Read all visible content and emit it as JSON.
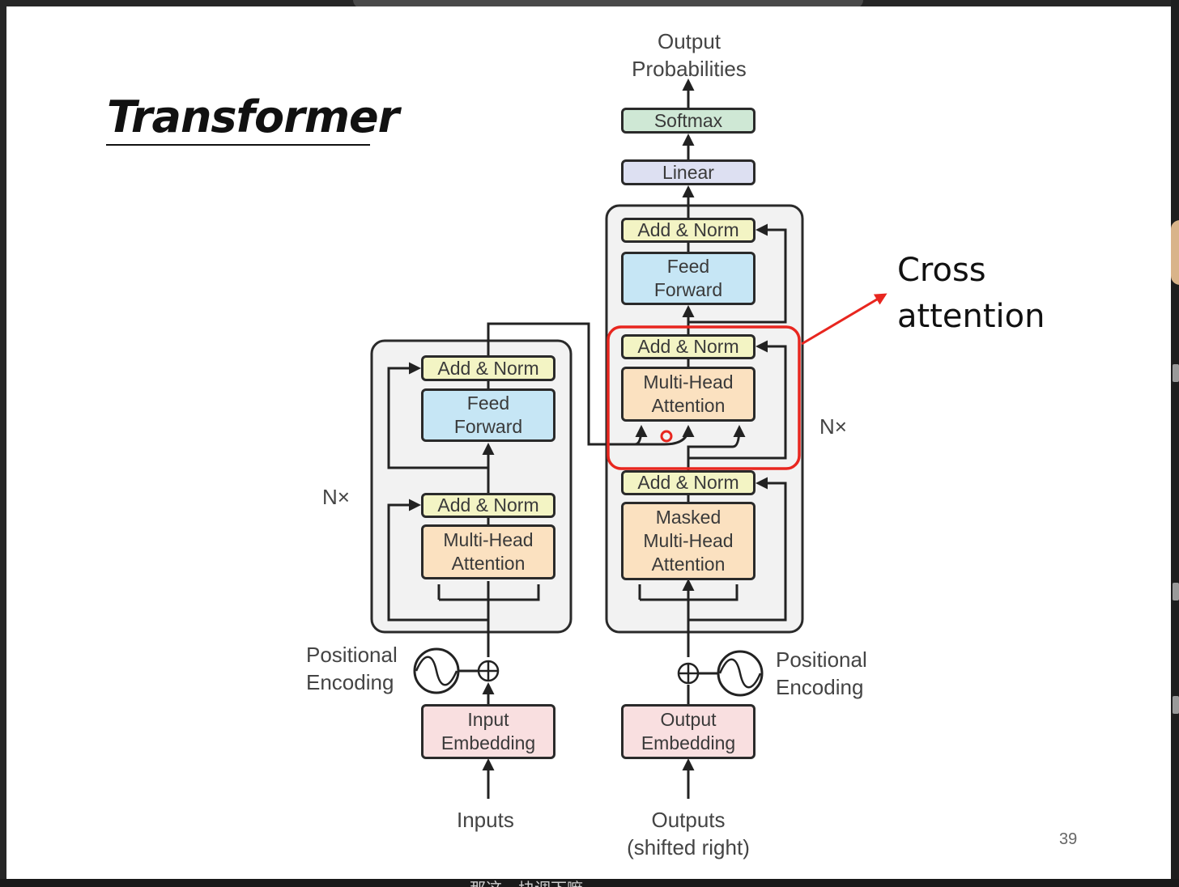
{
  "slide": {
    "title": "Transformer",
    "annotation": "Cross\nattention",
    "page_number": "39"
  },
  "encoder": {
    "repeat_label": "N×",
    "add_norm_top": "Add & Norm",
    "feed_forward": "Feed\nForward",
    "add_norm_bottom": "Add & Norm",
    "multi_head_attention": "Multi-Head\nAttention",
    "positional_encoding": "Positional\nEncoding",
    "embedding": "Input\nEmbedding",
    "input_label": "Inputs"
  },
  "decoder": {
    "repeat_label": "N×",
    "add_norm_top": "Add & Norm",
    "feed_forward": "Feed\nForward",
    "add_norm_middle": "Add & Norm",
    "multi_head_attention": "Multi-Head\nAttention",
    "add_norm_bottom": "Add & Norm",
    "masked_attention": "Masked\nMulti-Head\nAttention",
    "positional_encoding": "Positional\nEncoding",
    "embedding": "Output\nEmbedding",
    "input_label": "Outputs\n(shifted right)"
  },
  "head": {
    "linear": "Linear",
    "softmax": "Softmax",
    "output_label": "Output\nProbabilities"
  },
  "colors": {
    "highlight": "#e8261f",
    "add_norm": "#f3f4c4",
    "feed_forward": "#c6e6f5",
    "attention": "#fbe1c0",
    "embedding": "#f9dfe0",
    "linear": "#dde0f2",
    "softmax": "#cfe8d5"
  },
  "overlay": {
    "caption": "那这一块调下嘛"
  }
}
